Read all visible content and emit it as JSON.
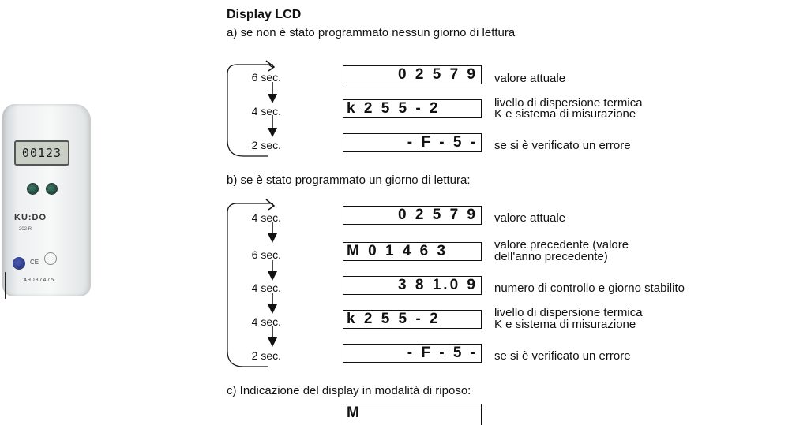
{
  "device": {
    "lcd": "00123",
    "brand": "KU:DO",
    "model": "202 R",
    "serial": "49087475"
  },
  "title": "Display LCD",
  "section_a": {
    "heading": "a) se non è stato programmato nessun giorno di lettura",
    "rows": [
      {
        "sec": "6 sec.",
        "display": "0 2 5 7 9",
        "desc": "valore attuale"
      },
      {
        "sec": "4 sec.",
        "display": "k 2 5 5 - 2",
        "desc": "livello di dispersione termica",
        "desc2": "K e sistema di misurazione"
      },
      {
        "sec": "2 sec.",
        "display": "- F - 5 -",
        "desc": "se si è verificato un errore"
      }
    ]
  },
  "section_b": {
    "heading": "b) se è stato programmato un giorno di lettura:",
    "rows": [
      {
        "sec": "4 sec.",
        "display": "0 2 5 7 9",
        "desc": "valore attuale"
      },
      {
        "sec": "6 sec.",
        "display": "M 0 1 4 6 3",
        "desc": "valore precedente (valore",
        "desc2": "dell'anno precedente)"
      },
      {
        "sec": "4 sec.",
        "display": "3 8 1.0 9",
        "desc": "numero di controllo e giorno stabilito"
      },
      {
        "sec": "4 sec.",
        "display": "k 2 5 5 - 2",
        "desc": "livello di dispersione termica",
        "desc2": "K e sistema di misurazione"
      },
      {
        "sec": "2 sec.",
        "display": "- F - 5 -",
        "desc": "se si è verificato un errore"
      }
    ]
  },
  "section_c": {
    "heading": "c) Indicazione del display in modalità di riposo:",
    "display": "M"
  }
}
